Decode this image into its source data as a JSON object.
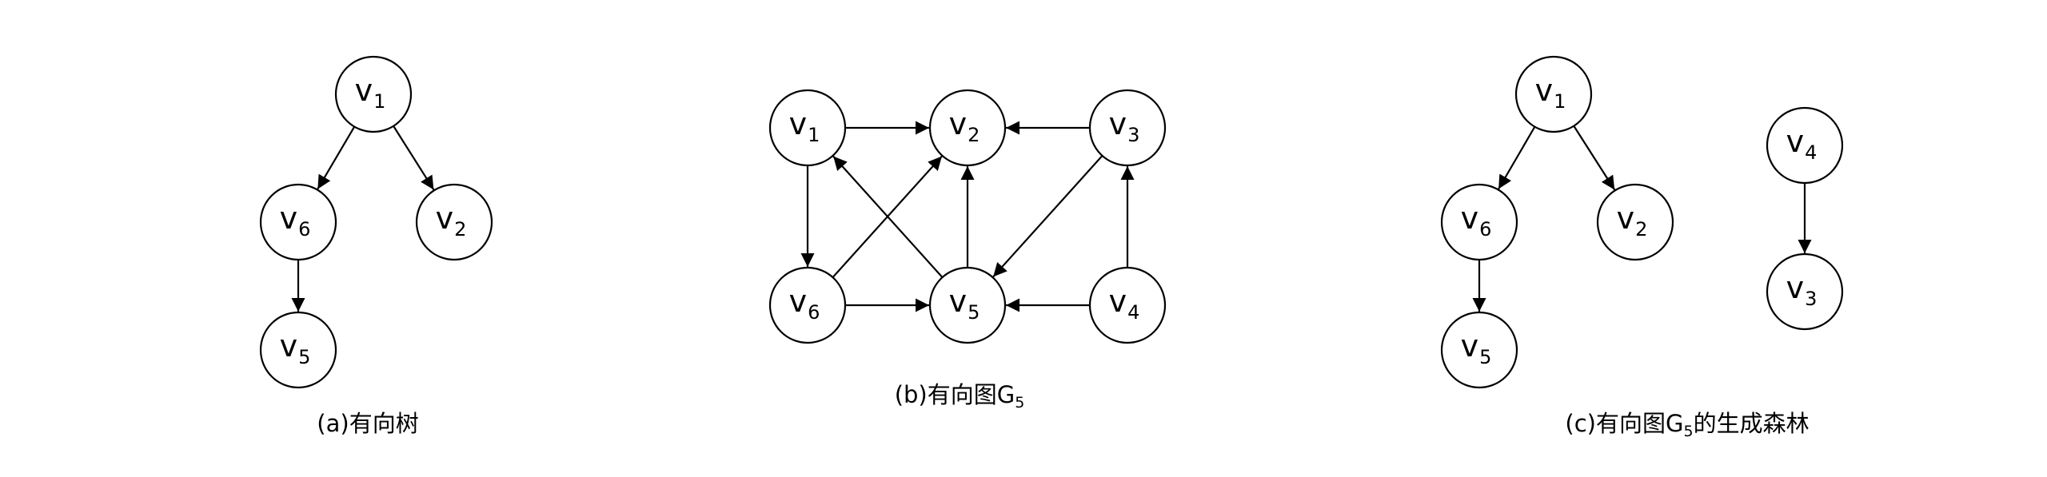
{
  "diagrams": [
    {
      "id": "a",
      "caption": {
        "text": "(a)有向树",
        "subscript": "",
        "suffix": ""
      },
      "nodes": [
        {
          "id": "v1",
          "main": "v",
          "sub": "1"
        },
        {
          "id": "v6",
          "main": "v",
          "sub": "6"
        },
        {
          "id": "v2",
          "main": "v",
          "sub": "2"
        },
        {
          "id": "v5",
          "main": "v",
          "sub": "5"
        }
      ],
      "edges": [
        {
          "from": "v1",
          "to": "v6"
        },
        {
          "from": "v1",
          "to": "v2"
        },
        {
          "from": "v6",
          "to": "v5"
        }
      ]
    },
    {
      "id": "b",
      "caption": {
        "text": "(b)有向图G",
        "subscript": "5",
        "suffix": ""
      },
      "nodes": [
        {
          "id": "v1",
          "main": "v",
          "sub": "1"
        },
        {
          "id": "v2",
          "main": "v",
          "sub": "2"
        },
        {
          "id": "v3",
          "main": "v",
          "sub": "3"
        },
        {
          "id": "v6",
          "main": "v",
          "sub": "6"
        },
        {
          "id": "v5",
          "main": "v",
          "sub": "5"
        },
        {
          "id": "v4",
          "main": "v",
          "sub": "4"
        }
      ],
      "edges": [
        {
          "from": "v1",
          "to": "v2"
        },
        {
          "from": "v3",
          "to": "v2"
        },
        {
          "from": "v1",
          "to": "v6"
        },
        {
          "from": "v6",
          "to": "v2"
        },
        {
          "from": "v5",
          "to": "v1"
        },
        {
          "from": "v5",
          "to": "v2"
        },
        {
          "from": "v3",
          "to": "v5"
        },
        {
          "from": "v6",
          "to": "v5"
        },
        {
          "from": "v4",
          "to": "v5"
        },
        {
          "from": "v4",
          "to": "v3"
        }
      ]
    },
    {
      "id": "c",
      "caption": {
        "text": "(c)有向图G",
        "subscript": "5",
        "suffix": "的生成森林"
      },
      "nodes": [
        {
          "id": "v1",
          "main": "v",
          "sub": "1"
        },
        {
          "id": "v6",
          "main": "v",
          "sub": "6"
        },
        {
          "id": "v2",
          "main": "v",
          "sub": "2"
        },
        {
          "id": "v5",
          "main": "v",
          "sub": "5"
        },
        {
          "id": "v4",
          "main": "v",
          "sub": "4"
        },
        {
          "id": "v3",
          "main": "v",
          "sub": "3"
        }
      ],
      "edges": [
        {
          "from": "v1",
          "to": "v6"
        },
        {
          "from": "v1",
          "to": "v2"
        },
        {
          "from": "v6",
          "to": "v5"
        },
        {
          "from": "v4",
          "to": "v3"
        }
      ]
    }
  ]
}
